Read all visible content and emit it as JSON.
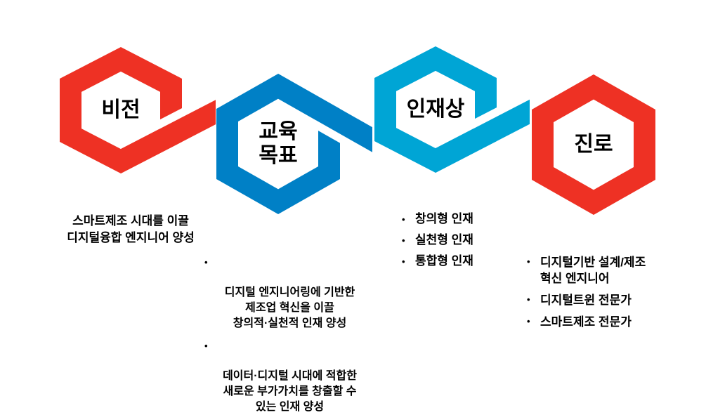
{
  "ui": {
    "bullet": "•"
  },
  "colors": {
    "red": "#EE3124",
    "blue": "#0080C6",
    "cyan": "#00A5D5",
    "background": "#FFFFFF",
    "text": "#000000"
  },
  "hexagons": [
    {
      "name": "vision",
      "label": "비전",
      "color": "red"
    },
    {
      "name": "education-goals",
      "label": "교육\n목표",
      "color": "blue"
    },
    {
      "name": "talent-profile",
      "label": "인재상",
      "color": "cyan"
    },
    {
      "name": "career",
      "label": "진로",
      "color": "red"
    }
  ],
  "vision_description": {
    "line1": "스마트제조 시대를 이끌",
    "line2": "디지털융합 엔지니어 양성"
  },
  "education_goals": {
    "item1": "디지털 엔지니어링에 기반한\n제조업 혁신을 이끌\n창의적·실천적 인재 양성",
    "item2": "데이터·디지털 시대에 적합한\n새로운 부가가치를 창출할 수\n있는 인재 양성"
  },
  "talent_profile": {
    "item1": "창의형 인재",
    "item2": "실천형 인재",
    "item3": "통합형 인재"
  },
  "career_paths": {
    "item1": "디지털기반 설계/제조\n혁신 엔지니어",
    "item2": "디지털트윈 전문가",
    "item3": "스마트제조 전문가"
  }
}
